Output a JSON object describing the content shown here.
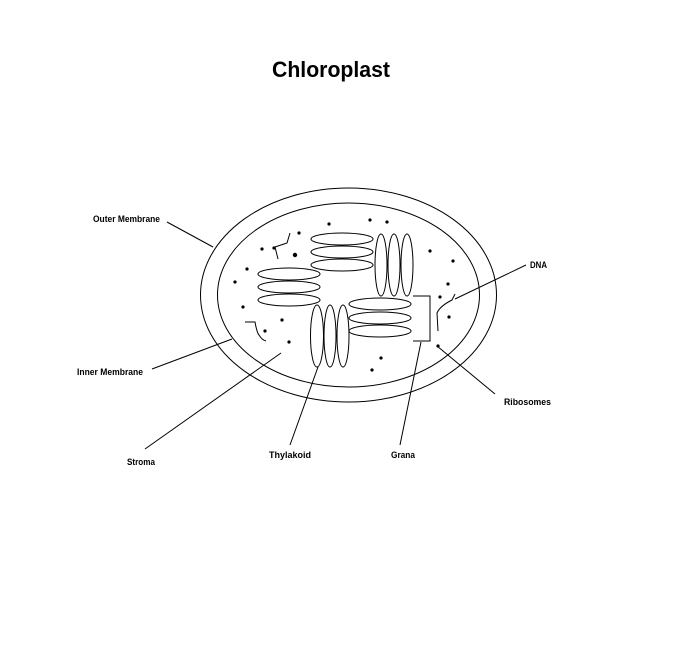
{
  "title": "Chloroplast",
  "labels": {
    "outer_membrane": "Outer Membrane",
    "inner_membrane": "Inner Membrane",
    "stroma": "Stroma",
    "thylakoid": "Thylakoid",
    "grana": "Grana",
    "dna": "DNA",
    "ribosomes": "Ribosomes"
  },
  "colors": {
    "stroke": "#000000",
    "background": "#ffffff"
  }
}
